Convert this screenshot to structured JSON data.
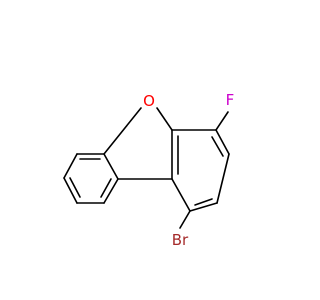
{
  "molecule": {
    "atoms": {
      "oxygen": {
        "label": "O",
        "color": "#ff0000"
      },
      "fluorine": {
        "label": "F",
        "color": "#cc00cc"
      },
      "bromine": {
        "label": "Br",
        "color": "#a52a2a"
      }
    },
    "bond_color": "#000000",
    "background": "#ffffff"
  }
}
